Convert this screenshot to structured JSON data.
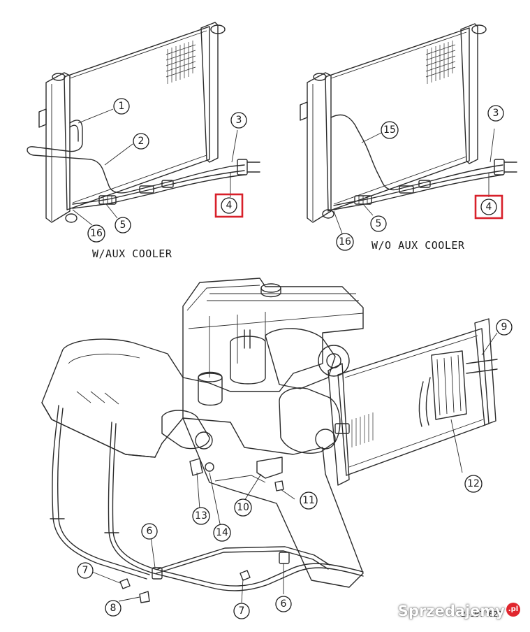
{
  "captions": {
    "left": "W/AUX COOLER",
    "right": "W/O AUX COOLER"
  },
  "callouts": {
    "top_left": [
      "1",
      "2",
      "3",
      "4",
      "5",
      "16"
    ],
    "top_right": [
      "15",
      "3",
      "4",
      "5",
      "16"
    ],
    "bottom": [
      "9",
      "10",
      "11",
      "12",
      "13",
      "14",
      "6",
      "7",
      "8",
      "6",
      "7"
    ]
  },
  "highlighted_callout": "4",
  "highlight_color": "#d8202a",
  "figure_code": "24307'620",
  "watermark": {
    "text": "Sprzedajemy",
    "badge": ".pl"
  }
}
